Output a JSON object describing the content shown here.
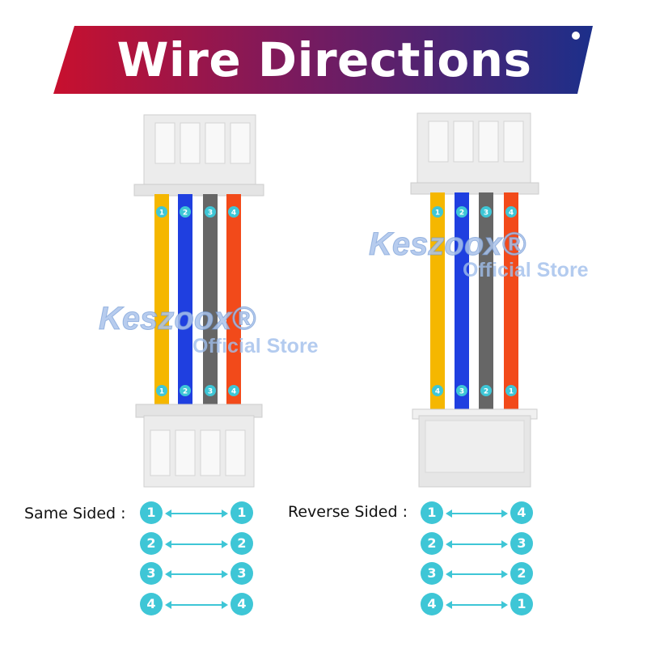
{
  "banner": {
    "title": "Wire Directions"
  },
  "watermarks": [
    {
      "brand": "Keszoox®",
      "store": "Official Store"
    },
    {
      "brand": "Keszoox®",
      "store": "Official Store"
    }
  ],
  "assembly_left": {
    "top_labels": [
      "1",
      "2",
      "3",
      "4"
    ],
    "bottom_labels": [
      "1",
      "2",
      "3",
      "4"
    ]
  },
  "assembly_right": {
    "top_labels": [
      "1",
      "2",
      "3",
      "4"
    ],
    "bottom_labels": [
      "4",
      "3",
      "2",
      "1"
    ]
  },
  "wire_colors": [
    "#f5b700",
    "#1f3fe0",
    "#666666",
    "#f24a1a"
  ],
  "legend": {
    "same": {
      "title": "Same Sided :",
      "pairs": [
        [
          "1",
          "1"
        ],
        [
          "2",
          "2"
        ],
        [
          "3",
          "3"
        ],
        [
          "4",
          "4"
        ]
      ]
    },
    "reverse": {
      "title": "Reverse Sided :",
      "pairs": [
        [
          "1",
          "4"
        ],
        [
          "2",
          "3"
        ],
        [
          "3",
          "2"
        ],
        [
          "4",
          "1"
        ]
      ]
    }
  }
}
